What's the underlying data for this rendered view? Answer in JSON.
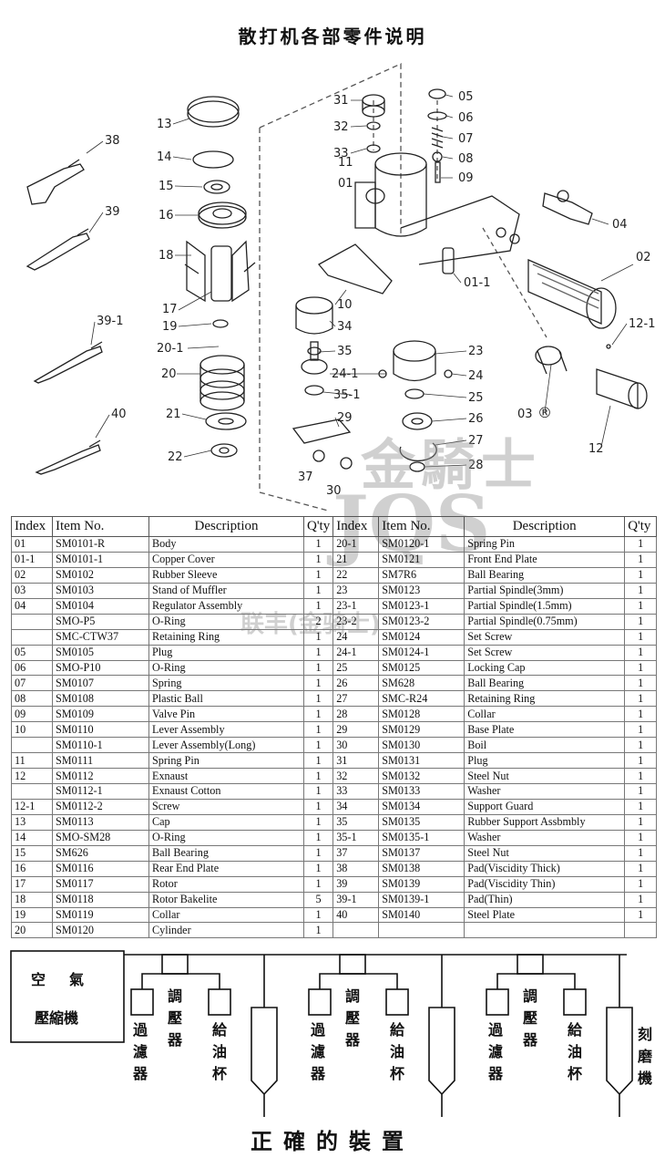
{
  "title": "散打机各部零件说明",
  "watermark": {
    "brand_cn": "金騎士",
    "brand_latin": "JQS",
    "sub": "联丰(金骑士)"
  },
  "callouts": [
    "38",
    "39",
    "39-1",
    "40",
    "13",
    "14",
    "15",
    "16",
    "18",
    "17",
    "19",
    "20-1",
    "20",
    "21",
    "22",
    "31",
    "32",
    "33",
    "11",
    "01",
    "05",
    "06",
    "07",
    "08",
    "09",
    "04",
    "02",
    "01-1",
    "10",
    "34",
    "35",
    "24-1",
    "35-1",
    "29",
    "37",
    "30",
    "23",
    "24",
    "25",
    "26",
    "27",
    "28",
    "12-1",
    "03",
    "12"
  ],
  "registered_mark": "®",
  "table": {
    "headers": [
      "Index",
      "Item No.",
      "Description",
      "Q'ty",
      "Index",
      "Item No.",
      "Description",
      "Q'ty"
    ],
    "left": [
      [
        "01",
        "SM0101-R",
        "Body",
        "1"
      ],
      [
        "01-1",
        "SM0101-1",
        "Copper Cover",
        "1"
      ],
      [
        "02",
        "SM0102",
        "Rubber Sleeve",
        "1"
      ],
      [
        "03",
        "SM0103",
        "Stand of Muffler",
        "1"
      ],
      [
        "04",
        "SM0104",
        "Regulator Assembly",
        "1"
      ],
      [
        "",
        "SMO-P5",
        "O-Ring",
        "2"
      ],
      [
        "",
        "SMC-CTW37",
        "Retaining Ring",
        "1"
      ],
      [
        "05",
        "SM0105",
        "Plug",
        "1"
      ],
      [
        "06",
        "SMO-P10",
        "O-Ring",
        "1"
      ],
      [
        "07",
        "SM0107",
        "Spring",
        "1"
      ],
      [
        "08",
        "SM0108",
        "Plastic Ball",
        "1"
      ],
      [
        "09",
        "SM0109",
        "Valve Pin",
        "1"
      ],
      [
        "10",
        "SM0110",
        "Lever Assembly",
        "1"
      ],
      [
        "",
        "SM0110-1",
        "Lever Assembly(Long)",
        "1"
      ],
      [
        "11",
        "SM0111",
        "Spring Pin",
        "1"
      ],
      [
        "12",
        "SM0112",
        "Exnaust",
        "1"
      ],
      [
        "",
        "SM0112-1",
        "Exnaust Cotton",
        "1"
      ],
      [
        "12-1",
        "SM0112-2",
        "Screw",
        "1"
      ],
      [
        "13",
        "SM0113",
        "Cap",
        "1"
      ],
      [
        "14",
        "SMO-SM28",
        "O-Ring",
        "1"
      ],
      [
        "15",
        "SM626",
        "Ball Bearing",
        "1"
      ],
      [
        "16",
        "SM0116",
        "Rear End Plate",
        "1"
      ],
      [
        "17",
        "SM0117",
        "Rotor",
        "1"
      ],
      [
        "18",
        "SM0118",
        "Rotor Bakelite",
        "5"
      ],
      [
        "19",
        "SM0119",
        "Collar",
        "1"
      ],
      [
        "20",
        "SM0120",
        "Cylinder",
        "1"
      ]
    ],
    "right": [
      [
        "20-1",
        "SM0120-1",
        "Spring Pin",
        "1"
      ],
      [
        "21",
        "SM0121",
        "Front End Plate",
        "1"
      ],
      [
        "22",
        "SM7R6",
        "Ball Bearing",
        "1"
      ],
      [
        "23",
        "SM0123",
        "Partial Spindle(3mm)",
        "1"
      ],
      [
        "23-1",
        "SM0123-1",
        "Partial Spindle(1.5mm)",
        "1"
      ],
      [
        "23-2",
        "SM0123-2",
        "Partial Spindle(0.75mm)",
        "1"
      ],
      [
        "24",
        "SM0124",
        "Set Screw",
        "1"
      ],
      [
        "24-1",
        "SM0124-1",
        "Set Screw",
        "1"
      ],
      [
        "25",
        "SM0125",
        "Locking Cap",
        "1"
      ],
      [
        "26",
        "SM628",
        "Ball Bearing",
        "1"
      ],
      [
        "27",
        "SMC-R24",
        "Retaining Ring",
        "1"
      ],
      [
        "28",
        "SM0128",
        "Collar",
        "1"
      ],
      [
        "29",
        "SM0129",
        "Base Plate",
        "1"
      ],
      [
        "30",
        "SM0130",
        "Boil",
        "1"
      ],
      [
        "31",
        "SM0131",
        "Plug",
        "1"
      ],
      [
        "32",
        "SM0132",
        "Steel Nut",
        "1"
      ],
      [
        "33",
        "SM0133",
        "Washer",
        "1"
      ],
      [
        "34",
        "SM0134",
        "Support Guard",
        "1"
      ],
      [
        "35",
        "SM0135",
        "Rubber Support Assbmbly",
        "1"
      ],
      [
        "35-1",
        "SM0135-1",
        "Washer",
        "1"
      ],
      [
        "37",
        "SM0137",
        "Steel Nut",
        "1"
      ],
      [
        "38",
        "SM0138",
        "Pad(Viscidity Thick)",
        "1"
      ],
      [
        "39",
        "SM0139",
        "Pad(Viscidity Thin)",
        "1"
      ],
      [
        "39-1",
        "SM0139-1",
        "Pad(Thin)",
        "1"
      ],
      [
        "40",
        "SM0140",
        "Steel Plate",
        "1"
      ],
      [
        "",
        "",
        "",
        ""
      ]
    ]
  },
  "setup": {
    "compressor": [
      "空",
      "氣",
      "壓縮機"
    ],
    "filter": "過濾器",
    "regulator": "調壓器",
    "lubricator": "給油杯",
    "tool": "刻磨機",
    "caption": "正確的裝置"
  }
}
